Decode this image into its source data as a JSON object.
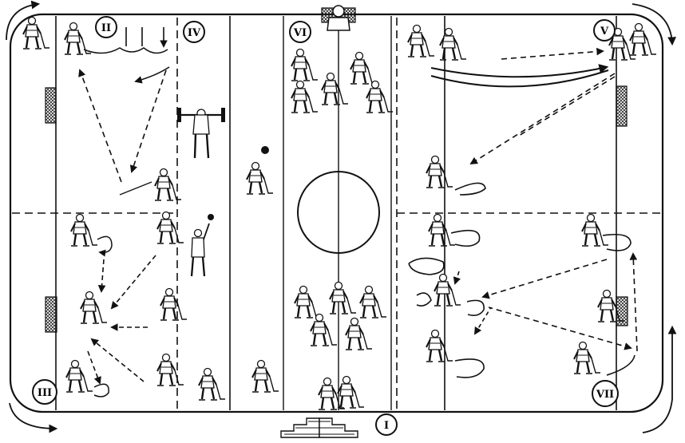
{
  "diagram": {
    "stations": [
      {
        "id": "I",
        "label": "I"
      },
      {
        "id": "II",
        "label": "II"
      },
      {
        "id": "III",
        "label": "III"
      },
      {
        "id": "IV",
        "label": "IV"
      },
      {
        "id": "V",
        "label": "V"
      },
      {
        "id": "VI",
        "label": "VI"
      },
      {
        "id": "VII",
        "label": "VII"
      }
    ],
    "colors": {
      "ink": "#111111",
      "ice": "#ffffff",
      "net": "#444444"
    },
    "icons": [
      "skater-icon",
      "goalie-icon",
      "barbell-lifter-icon",
      "juggler-icon",
      "steps-icon",
      "goal-net-icon",
      "pylon-icon"
    ]
  }
}
